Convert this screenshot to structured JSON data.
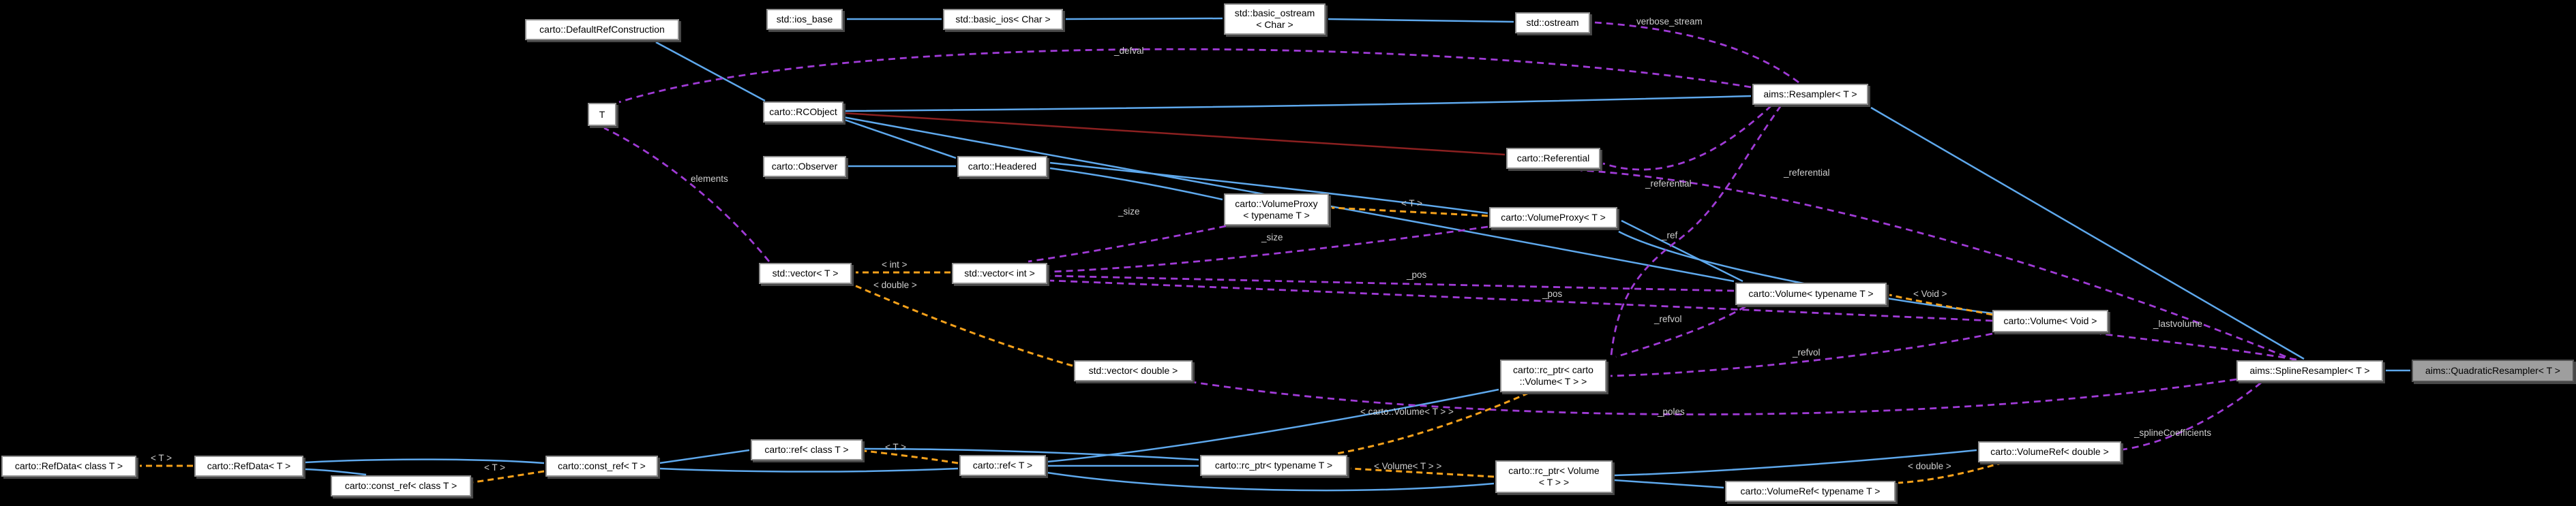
{
  "diagram_type": "doxygen-collaboration-graph",
  "nodes": {
    "default_ref_construction": {
      "label": "carto::DefaultRefConstruction"
    },
    "ios_base": {
      "label": "std::ios_base"
    },
    "basic_ios": {
      "label": "std::basic_ios< Char >"
    },
    "basic_ostream": {
      "l1": "std::basic_ostream",
      "l2": "< Char >"
    },
    "ostream": {
      "label": "std::ostream"
    },
    "resampler": {
      "label": "aims::Resampler< T >"
    },
    "t": {
      "label": "T"
    },
    "rcobject": {
      "label": "carto::RCObject"
    },
    "observer": {
      "label": "carto::Observer"
    },
    "headered": {
      "label": "carto::Headered"
    },
    "referential": {
      "label": "carto::Referential"
    },
    "volumeproxy_pattern": {
      "l1": "carto::VolumeProxy",
      "l2": "< typename T >"
    },
    "volumeproxy_t": {
      "label": "carto::VolumeProxy< T >"
    },
    "vector_t": {
      "label": "std::vector< T >"
    },
    "vector_int": {
      "label": "std::vector< int >"
    },
    "volume_pattern": {
      "label": "carto::Volume< typename T >"
    },
    "volume_void": {
      "label": "carto::Volume< Void >"
    },
    "vector_double": {
      "label": "std::vector< double >"
    },
    "rcptr_carto_volume": {
      "l1": "carto::rc_ptr< carto",
      "l2": "::Volume< T > >"
    },
    "spline_resampler": {
      "label": "aims::SplineResampler< T >"
    },
    "quadratic_resampler": {
      "label": "aims::QuadraticResampler< T >"
    },
    "refdata_class": {
      "label": "carto::RefData< class T >"
    },
    "refdata_t": {
      "label": "carto::RefData< T >"
    },
    "constref_class": {
      "label": "carto::const_ref< class T >"
    },
    "constref_t": {
      "label": "carto::const_ref< T >"
    },
    "ref_class": {
      "label": "carto::ref< class T >"
    },
    "ref_t": {
      "label": "carto::ref< T >"
    },
    "rcptr_typename": {
      "label": "carto::rc_ptr< typename T >"
    },
    "rcptr_volume": {
      "l1": "carto::rc_ptr< Volume",
      "l2": "< T > >"
    },
    "volumeref_typename": {
      "label": "carto::VolumeRef< typename T >"
    },
    "volumeref_double": {
      "label": "carto::VolumeRef< double >"
    }
  },
  "edge_labels": {
    "verbose_stream": "verbose_stream",
    "defval": "_defval",
    "elements": "elements",
    "referential_1": "_referential",
    "referential_2": "_referential",
    "tmpl_t_volumeproxy": "< T >",
    "size_1": "_size",
    "size_2": "_size",
    "ref": "_ref",
    "tmpl_int": "< int >",
    "tmpl_double_vec": "< double >",
    "pos_1": "_pos",
    "pos_2": "_pos",
    "tmpl_void": "< Void >",
    "refvol_1": "_refvol",
    "refvol_2": "_refvol",
    "lastvolume": "_lastvolume",
    "poles": "_poles",
    "tmpl_carto_volume_t": "< carto::Volume< T > >",
    "tmpl_volume_t": "< Volume< T > >",
    "tmpl_double_volref": "< double >",
    "spline_coefficients": "_splineCoefficients",
    "tmpl_t_refdata": "< T >",
    "tmpl_t_constref": "< T >",
    "tmpl_t_ref": "< T >"
  },
  "colors": {
    "background": "#000000",
    "inheritance_edge": "#5ea8ec",
    "private_inheritance_edge": "#8b2020",
    "usage_edge": "#a03bd6",
    "template_edge": "#f5a11b",
    "node_background": "#ffffff",
    "node_border": "#8f8f8f",
    "current_node_background": "#9e9e9e",
    "edge_label_text": "#cfcfcf"
  }
}
